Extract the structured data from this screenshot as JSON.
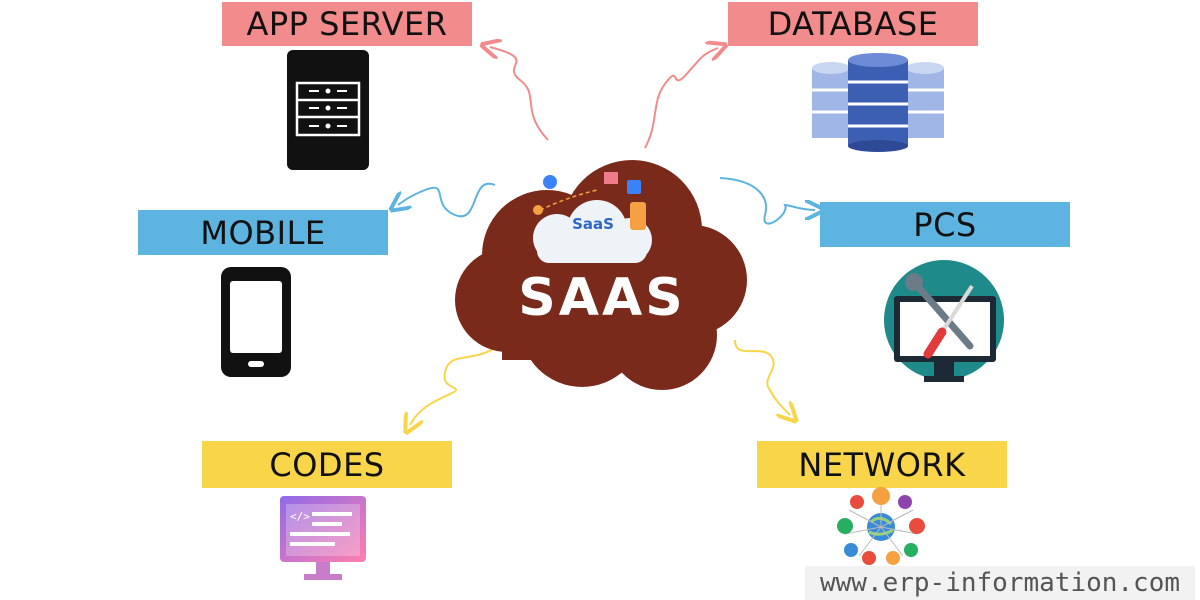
{
  "diagram": {
    "center": {
      "title": "SAAS",
      "badge": "SaaS",
      "fill": "#7a2a1a"
    },
    "nodes": {
      "app_server": {
        "label": "APP SERVER",
        "color": "#f28b8b",
        "icon": "server-icon"
      },
      "database": {
        "label": "DATABASE",
        "color": "#f28b8b",
        "icon": "database-icon"
      },
      "mobile": {
        "label": "MOBILE",
        "color": "#5db4e0",
        "icon": "smartphone-icon"
      },
      "pcs": {
        "label": "PCS",
        "color": "#5db4e0",
        "icon": "monitor-tools-icon"
      },
      "codes": {
        "label": "CODES",
        "color": "#f9d54a",
        "icon": "code-monitor-icon"
      },
      "network": {
        "label": "NETWORK",
        "color": "#f9d54a",
        "icon": "people-network-icon"
      }
    },
    "arrow_colors": {
      "top": "#f28b8b",
      "middle": "#5db4e0",
      "bottom": "#f9d54a"
    }
  },
  "watermark": "www.erp-information.com"
}
